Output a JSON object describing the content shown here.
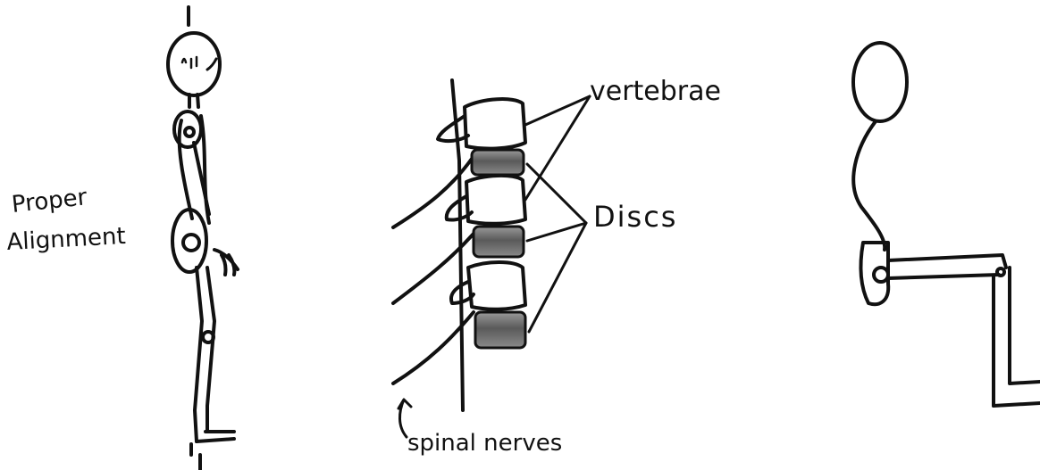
{
  "labels": {
    "proper_line1": "Proper",
    "proper_line2": "Alignment",
    "vertebrae": "vertebrae",
    "discs": "Discs",
    "spinal_nerves": "spinal nerves"
  }
}
